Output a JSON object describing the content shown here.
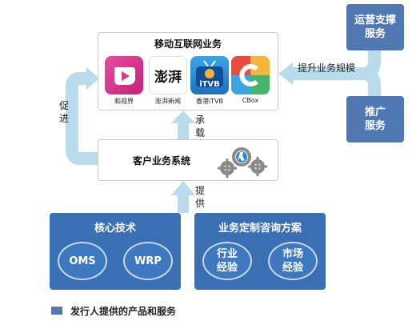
{
  "top_panel": {
    "title": "移动互联网业务"
  },
  "apps": [
    {
      "label": "和视界",
      "icon": "heshijie-app-icon"
    },
    {
      "label": "澎湃新闻",
      "icon": "pengpai-app-icon",
      "logo_text": "澎湃"
    },
    {
      "label": "香港iTVB",
      "icon": "itvb-app-icon",
      "logo_text": "iTVB"
    },
    {
      "label": "CBox",
      "icon": "cbox-app-icon"
    }
  ],
  "middle_panel": {
    "title": "客户业务系统",
    "icon": "gears-icon"
  },
  "right_top": {
    "title": "运营支撑\n服务"
  },
  "right_bottom": {
    "title": "推广\n服务"
  },
  "labels": {
    "scale": "提升业务规模",
    "promote": "促进",
    "carry": "承载",
    "provide": "提供"
  },
  "core_tech": {
    "title": "核心技术",
    "items": [
      "OMS",
      "WRP"
    ]
  },
  "solution": {
    "title": "业务定制咨询方案",
    "items": [
      "行业\n经验",
      "市场\n经验"
    ]
  },
  "legend": {
    "text": "发行人提供的产品和服务",
    "color": "#4f78b2"
  },
  "colors": {
    "arrow": "#b9dcec",
    "box_blue": "#4f78b2",
    "group_blue": "#3b6fb4",
    "oval_blue": "#3e79c0"
  }
}
